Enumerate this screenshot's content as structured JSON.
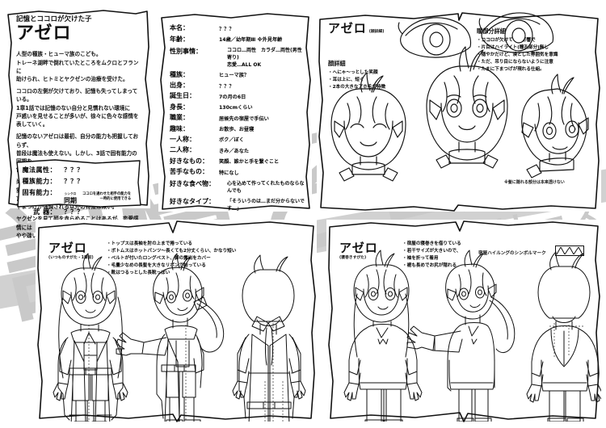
{
  "meta": {
    "accent": "#111111",
    "paper": "#ffffff",
    "watermark_color": "#c9c9c9"
  },
  "watermark": {
    "line1": "記憶とココ",
    "line2": "ロ♥ネ",
    "line3": "シリーズ"
  },
  "panel_profile": {
    "subtitle": "記憶とココロが欠けた子",
    "name": "アゼロ",
    "paragraphs": [
      "人型の種族・ヒューマ族のこども。\nトレーネ湖畔で倒れていたところをムクロとフランに\n助けられ、ヒトミとヤクゼンの治療を受けた。",
      "ココロの左側が欠けており、記憶も失ってしまっている。\n1章1話では記憶のない自分と見慣れない環境に\n戸惑いを見せることが多いが、徐々に色々な感情を\n表していく。",
      "記憶のないアゼロは最初、自分の能力も把握しておらず、\n普段は魔法も使えない。しかし、3話で固有能力の同期を\n使えることをユイに教えられる。",
      "尚、性別は両性、普段は少年的な言動だが、たまに雰囲気や\n言動がやや少女寄りになる時もある。現段階では\n下まつげが強調される以外の特徴は無い。",
      "ヤクゼンを見て顔を赤らめることはあるが、恋愛感情には\nやや疎い…かもしれない。"
    ],
    "ability_box": [
      {
        "key": "魔法属性：",
        "value": "？？？",
        "ruby": "",
        "note": ""
      },
      {
        "key": "種族能力：",
        "value": "？？？",
        "ruby": "",
        "note": ""
      },
      {
        "key": "固有能力：",
        "value": "同期",
        "ruby": "シンクロ",
        "note": "ココロを通わせた相手の能力を\n一時的に使用できる"
      },
      {
        "key": "武 器：",
        "value": "？？？",
        "ruby": "",
        "note": ""
      }
    ]
  },
  "panel_stats": {
    "rows": [
      {
        "key": "本名：",
        "value": "？？？",
        "sub": []
      },
      {
        "key": "年齢：",
        "value": "14歳／幼年期Ⅲ ※外見年齢",
        "sub": []
      },
      {
        "key": "性別事情：",
        "value": "",
        "sub": [
          "ココロ…両性　カラダ…両性(男性寄り)",
          "恋愛…ALL OK"
        ]
      },
      {
        "key": "種族：",
        "value": "ヒューマ族？",
        "sub": []
      },
      {
        "key": "出身：",
        "value": "？？？",
        "sub": []
      },
      {
        "key": "誕生日：",
        "value": "7の月の6日",
        "sub": []
      },
      {
        "key": "身長：",
        "value": "130cmくらい",
        "sub": []
      },
      {
        "key": "職業：",
        "value": "居候先の宿屋で手伝い",
        "sub": []
      },
      {
        "key": "趣味：",
        "value": "お散歩、お昼寝",
        "sub": []
      },
      {
        "key": "一人称：",
        "value": "ボク／ぼく",
        "sub": []
      },
      {
        "key": "二人称：",
        "value": "きみ／あなた",
        "sub": []
      },
      {
        "key": "好きなもの：",
        "value": "笑顔、誰かと手を繋ぐこと",
        "sub": []
      },
      {
        "key": "苦手なもの：",
        "value": "特になし",
        "sub": []
      },
      {
        "key": "好きな食べ物：",
        "value": "",
        "sub": [
          "心を込めて作ってくれたものならなんでも"
        ]
      },
      {
        "key": "好きなタイプ：",
        "value": "",
        "sub": [
          "「そういうのは…まだ分からないです…」"
        ]
      }
    ]
  },
  "panel_face": {
    "title": "アゼロ",
    "title_paren": "(顔詳細)",
    "section_left_head": "顔詳細",
    "section_left_items": [
      "へにゃ～っとした笑顔",
      "耳は上に、短く",
      "2本の大きなアホ毛が特徴"
    ],
    "section_right_head": "瞳部分詳細",
    "section_right_items": [
      "ココロが欠けている影響で",
      "片目はハイライト(瞳孔部分)無し",
      "穏やかだけど、漠とした雰囲気を意識",
      "ただ、吊り目にならないように注意",
      "たまに下まつげが現れる仕組。"
    ],
    "footnote": "※髪に隠れる部分は本来透けない"
  },
  "panel_outfit": {
    "title": "アゼロ",
    "title_paren": "(いつものすがた・1章前)",
    "items": [
      "トップスは長袖を肘の上まで捲っている",
      "ボトムスはホットパンツ～長くても2分丈くらい、かなり短い",
      "ベルトが付いたロングベスト、脚の露出をカバー",
      "毛量少なめの長髪を大きなリボンで結っている",
      "靴はつるっとした長靴っぽい"
    ]
  },
  "panel_sleepwear": {
    "title": "アゼロ",
    "title_paren": "(寝巻きすがた)",
    "items": [
      "宿屋の寝巻きを借りている",
      "若干サイズが大きいので、",
      "袖を折って着用",
      "裾も長めでお尻が隠れる"
    ],
    "symbol_label": "宿屋ハイルングのシンボルマーク"
  }
}
